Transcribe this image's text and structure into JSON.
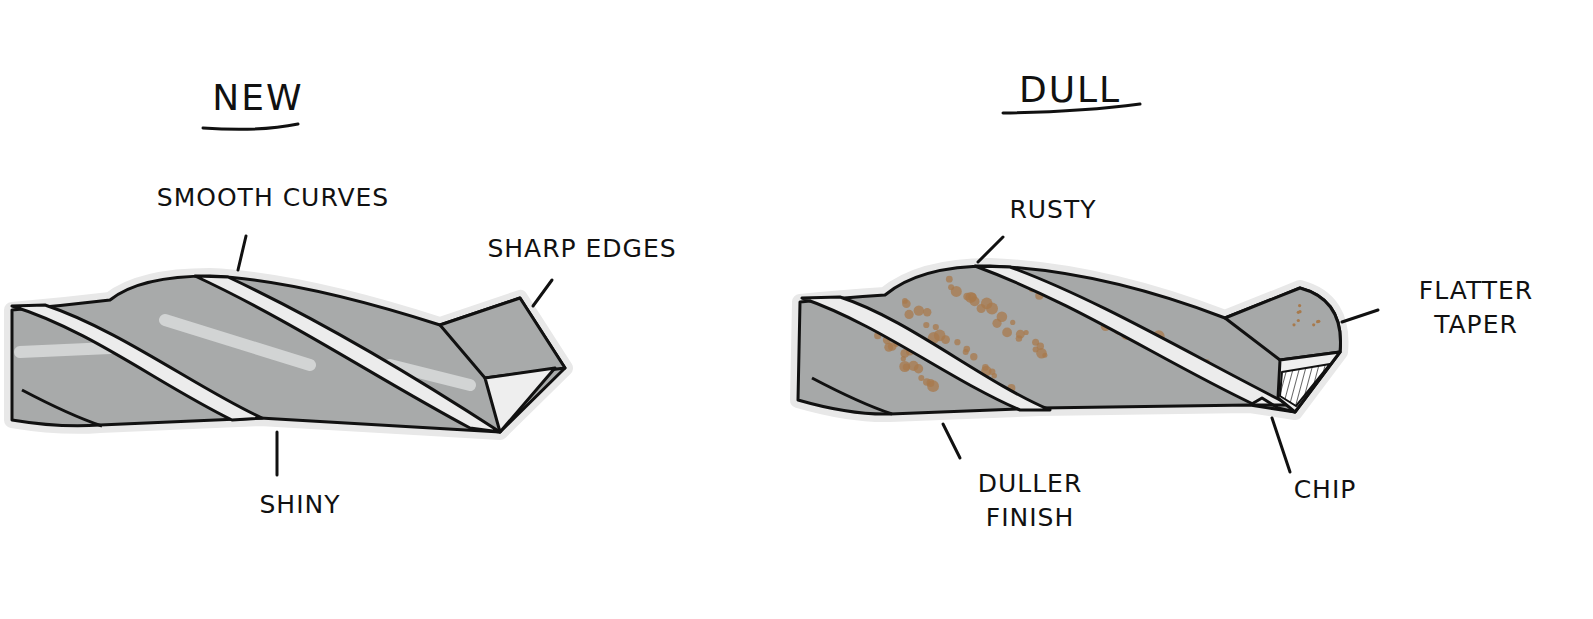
{
  "diagram": {
    "labels": [
      "NEW",
      "SMOOTH CURVES",
      "SHARP EDGES",
      "SHINY",
      "DULL",
      "RUSTY",
      "FLATTER TAPER",
      "DULLER FINISH",
      "CHIP"
    ]
  }
}
